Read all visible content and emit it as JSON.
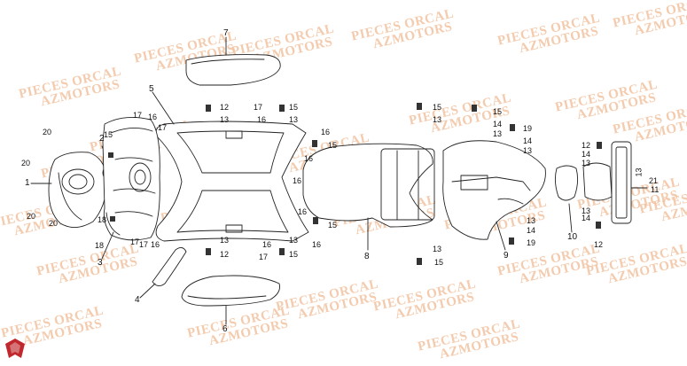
{
  "watermark": {
    "line1": "PIECES ORCAL",
    "line2": "AZMOTORS"
  },
  "logo": {
    "name": "pieces-orcal-logo-icon",
    "color": "#c0282d"
  },
  "colors": {
    "line": "#222222",
    "watermark": "#f2c2a0"
  },
  "callouts": {
    "c1": "1",
    "c2": "2",
    "c3": "3",
    "c4": "4",
    "c5": "5",
    "c6": "6",
    "c7": "7",
    "c8": "8",
    "c9": "9",
    "c10": "10",
    "c11": "11",
    "c12": "12",
    "c13": "13",
    "c14": "14",
    "c15": "15",
    "c16": "16",
    "c17": "17",
    "c18": "18",
    "c19": "19",
    "c20": "20",
    "c21": "21"
  }
}
